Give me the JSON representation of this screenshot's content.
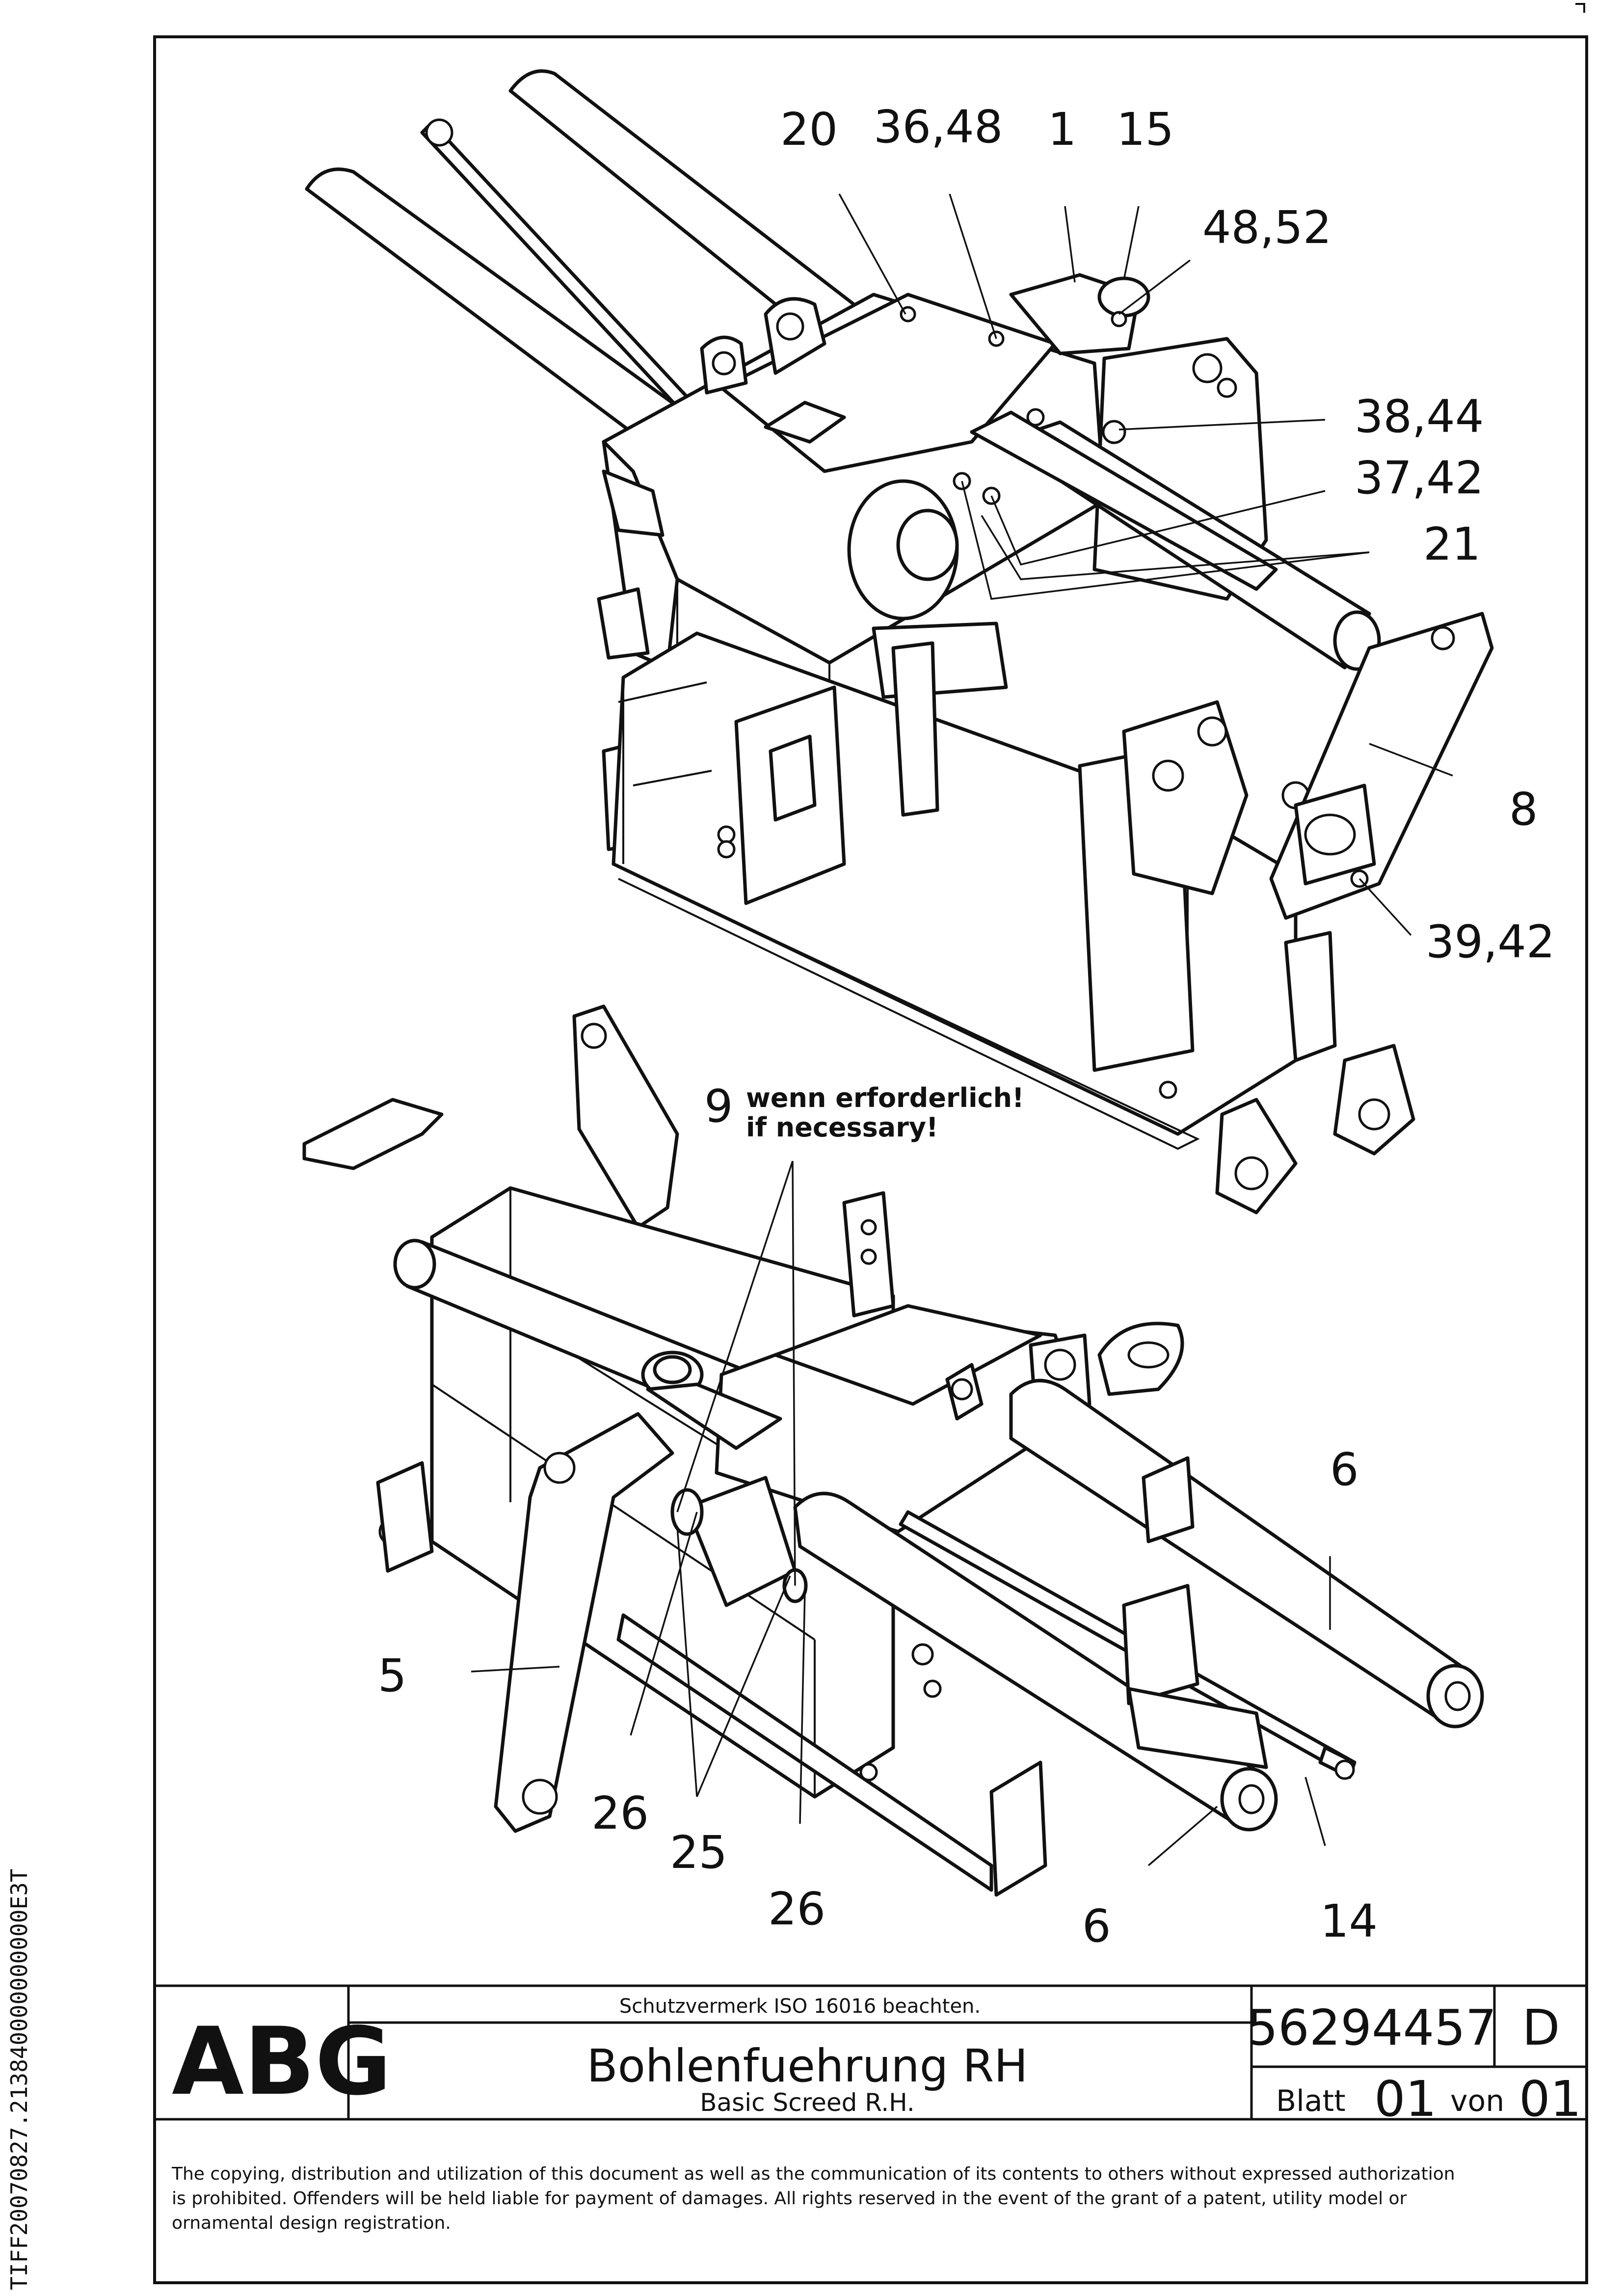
{
  "callouts": {
    "c20": "20",
    "c36_48": "36,48",
    "c1": "1",
    "c15": "15",
    "c48_52": "48,52",
    "c38_44": "38,44",
    "c37_42": "37,42",
    "c21": "21",
    "c8": "8",
    "c39_42": "39,42",
    "c9": "9",
    "c6_top": "6",
    "c5": "5",
    "c26_left": "26",
    "c25": "25",
    "c26_bottom": "26",
    "c6_bottom": "6",
    "c14": "14"
  },
  "note": {
    "german": "wenn erforderlich!",
    "english": "if necessary!"
  },
  "title_block": {
    "logo": "ABG",
    "protection_note": "Schutzvermerk ISO 16016 beachten.",
    "title": "Bohlenfuehrung RH",
    "subtitle": "Basic Screed R.H.",
    "drawing_number": "56294457",
    "revision": "D",
    "sheet_label": "Blatt",
    "sheet_number": "01",
    "of_label": "von",
    "sheet_total": "01"
  },
  "copyright": {
    "line1": "The copying, distribution and utilization of this document as well as the communication of its contents to others without expressed authorization",
    "line2": "is prohibited. Offenders will be held liable for payment of damages. All rights reserved in the event of the grant of a patent, utility model or",
    "line3": "ornamental design registration."
  },
  "side_code": "TIFF20070827.213840000000000E3T"
}
